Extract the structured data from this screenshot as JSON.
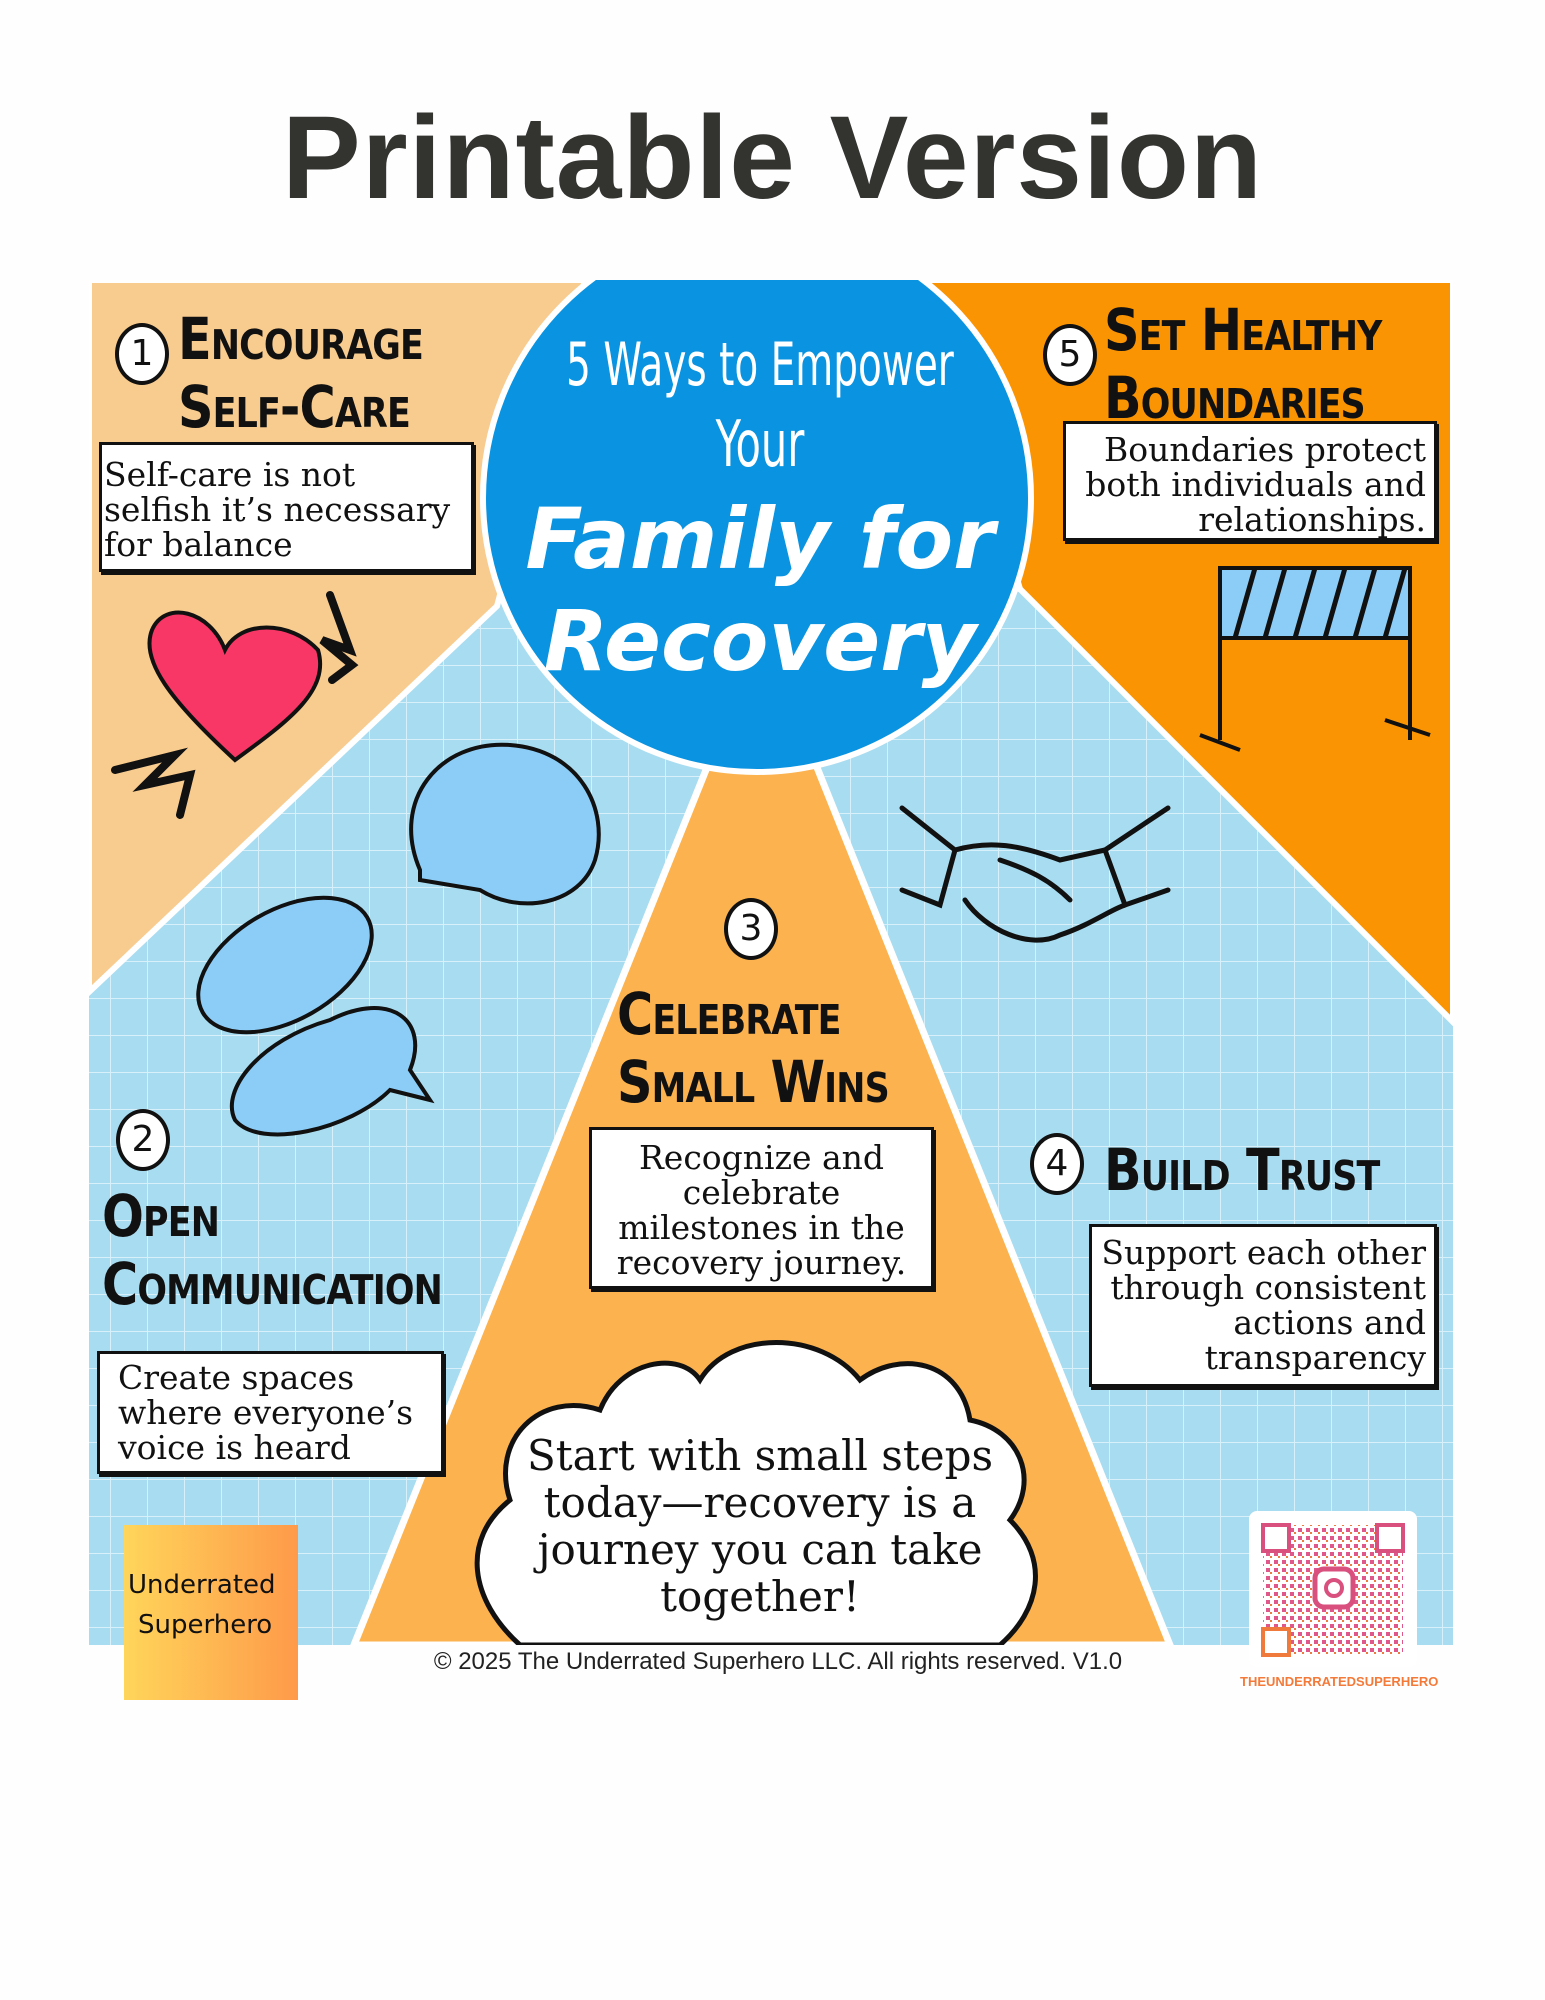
{
  "page_title": "Printable Version",
  "center": {
    "line1": "5 Ways to Empower",
    "line2": "Your",
    "line3": "Family for",
    "line4": "Recovery"
  },
  "steps": [
    {
      "number": "1",
      "title_line1": "Encourage",
      "title_line2": "Self-Care",
      "text": "Self-care is not selfish it’s necessary for balance"
    },
    {
      "number": "2",
      "title_line1": "Open",
      "title_line2": "Communication",
      "text": "Create spaces where everyone’s voice is heard"
    },
    {
      "number": "3",
      "title_line1": "Celebrate",
      "title_line2": "Small Wins",
      "text": "Recognize and celebrate milestones in the recovery journey."
    },
    {
      "number": "4",
      "title_line1": "Build Trust",
      "title_line2": "",
      "text": "Support each other through consistent actions and transparency"
    },
    {
      "number": "5",
      "title_line1": "Set Healthy",
      "title_line2": "Boundaries",
      "text": "Boundaries protect both individuals and relationships."
    }
  ],
  "cloud_text": "Start with small steps today—recovery is a journey you can take together!",
  "footer": {
    "copyright": "© 2025 The Underrated Superhero LLC. All rights reserved. V1.0",
    "logo_line1": "Underrated",
    "logo_line2": "Superhero",
    "qr_label": "THEUNDERRATEDSUPERHERO"
  },
  "colors": {
    "peach": "#f8cb8f",
    "orange": "#fb9403",
    "light_orange": "#fbb24f",
    "sky": "#a8dcf0",
    "circle_blue": "#0a93e0",
    "heart": "#f93766",
    "bubble": "#8ccdf7"
  }
}
